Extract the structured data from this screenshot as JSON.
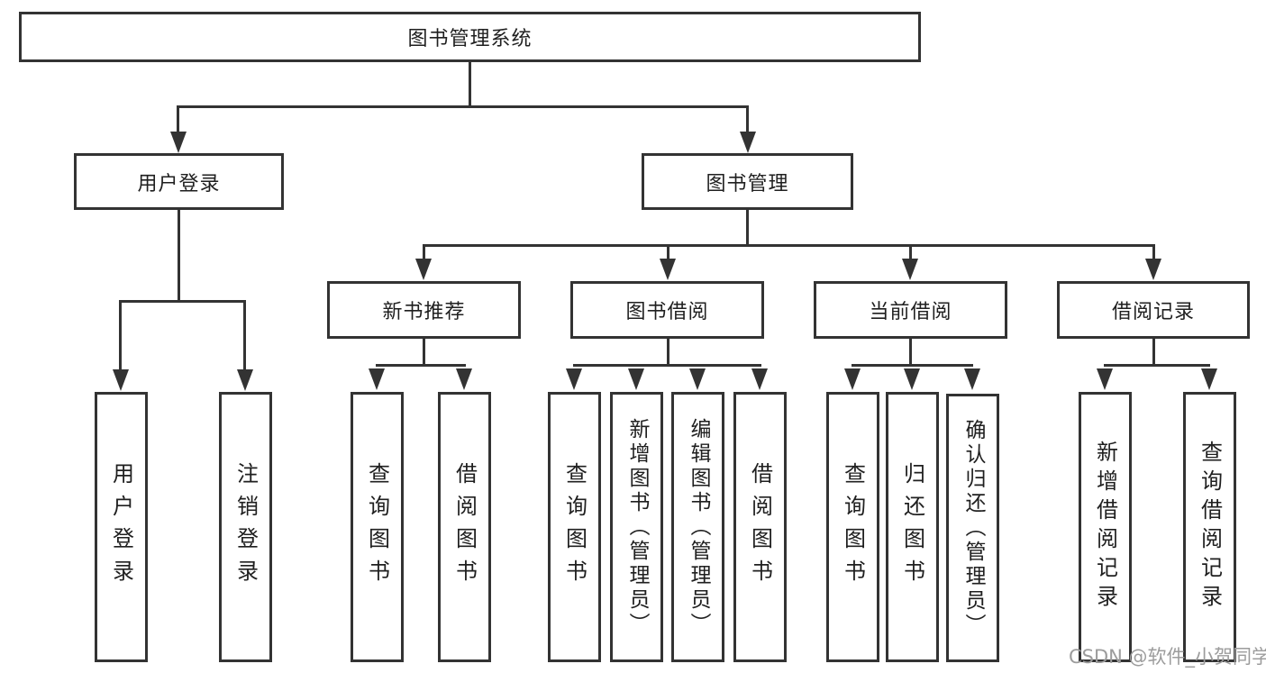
{
  "tree": {
    "label": "图书管理系统",
    "children": [
      {
        "label": "用户登录",
        "children": [
          {
            "label": "用户登录"
          },
          {
            "label": "注销登录"
          }
        ]
      },
      {
        "label": "图书管理",
        "children": [
          {
            "label": "新书推荐",
            "children": [
              {
                "label": "查询图书"
              },
              {
                "label": "借阅图书"
              }
            ]
          },
          {
            "label": "图书借阅",
            "children": [
              {
                "label": "查询图书"
              },
              {
                "label": "新增图书（管理员）"
              },
              {
                "label": "编辑图书（管理员）"
              },
              {
                "label": "借阅图书"
              }
            ]
          },
          {
            "label": "当前借阅",
            "children": [
              {
                "label": "查询图书"
              },
              {
                "label": "归还图书"
              },
              {
                "label": "确认归还（管理员）"
              }
            ]
          },
          {
            "label": "借阅记录",
            "children": [
              {
                "label": "新增借阅记录"
              },
              {
                "label": "查询借阅记录"
              }
            ]
          }
        ]
      }
    ]
  },
  "watermark": {
    "text": "CSDN @软件_小贺同学"
  },
  "colors": {
    "line": "#333333",
    "text": "#1f1f1f",
    "watermark": "#9c9c9c",
    "background": "#ffffff"
  }
}
